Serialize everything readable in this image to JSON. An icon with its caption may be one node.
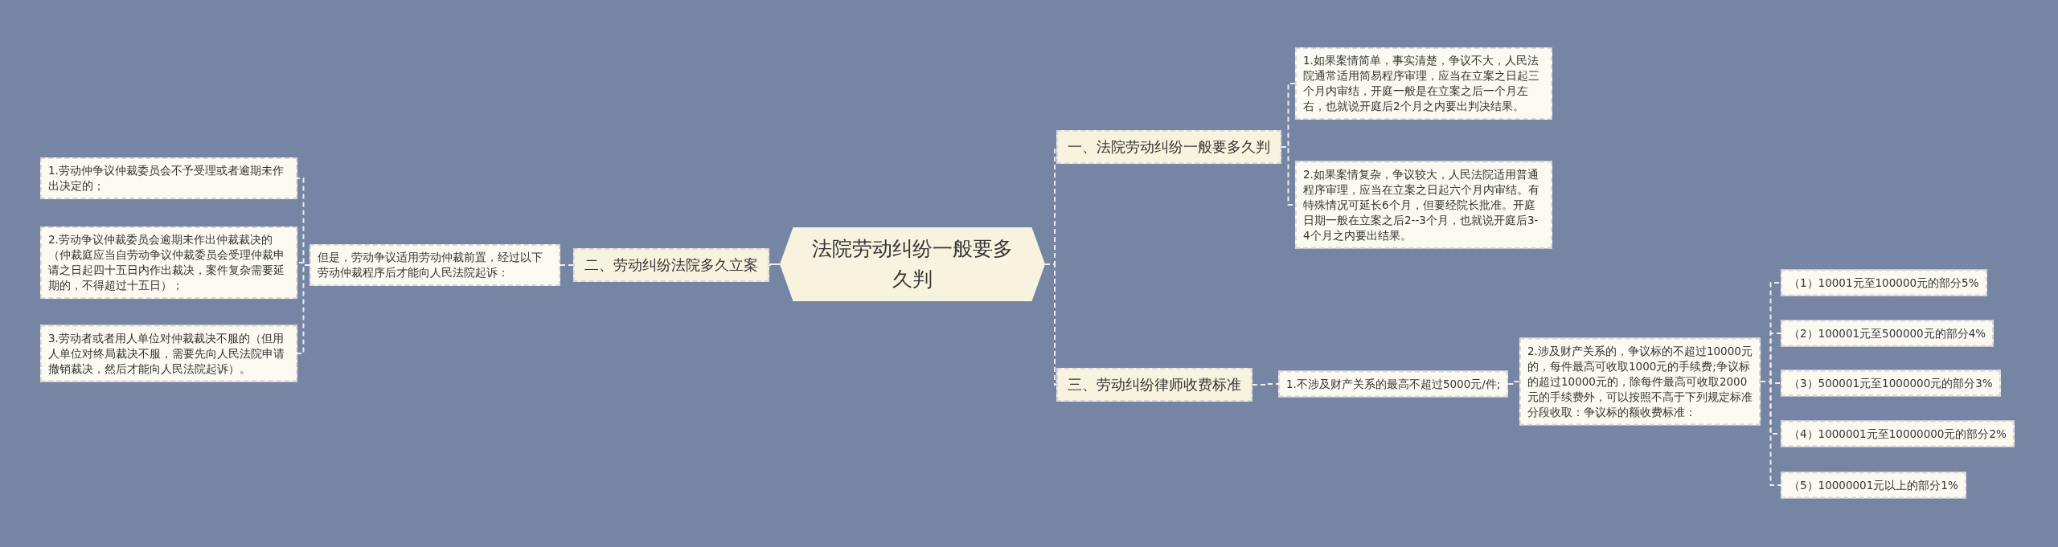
{
  "diagram": {
    "nodes": [
      {
        "text": [
          "法院劳动纠纷一般要多久判"
        ]
      },
      {
        "text": [
          "二、劳动纠纷法院多久立案"
        ]
      },
      {
        "text": [
          "但是，劳动争议适用劳动仲裁前置，经过以下劳动仲裁程序后才能向人民法院起诉："
        ]
      },
      {
        "text": [
          "1.劳动仲争议仲裁委员会不予受理或者逾期未作出决定的；"
        ]
      },
      {
        "text": [
          "2.劳动争议仲裁委员会逾期未作出仲裁裁决的（仲裁庭应当自劳动争议仲裁委员会受理仲裁申请之日起四十五日内作出裁决，案件复杂需要延期的，不得超过十五日）；"
        ]
      },
      {
        "text": [
          "3.劳动者或者用人单位对仲裁裁决不服的（但用人单位对终局裁决不服，需要先向人民法院申请撤销裁决，然后才能向人民法院起诉）。"
        ]
      },
      {
        "text": [
          "一、法院劳动纠纷一般要多久判"
        ]
      },
      {
        "text": [
          "1.如果案情简单，事实清楚，争议不大，人民法院通常适用简易程序审理，应当在立案之日起三个月内审结，开庭一般是在立案之后一个月左右，也就说开庭后2个月之内要出判决结果。"
        ]
      },
      {
        "text": [
          "2.如果案情复杂，争议较大，人民法院适用普通程序审理，应当在立案之日起六个月内审结。有特殊情况可延长6个月，但要经院长批准。开庭日期一般在立案之后2--3个月，也就说开庭后3-4个月之内要出结果。"
        ]
      },
      {
        "text": [
          "三、劳动纠纷律师收费标准"
        ]
      },
      {
        "text": [
          "1.不涉及财产关系的最高不超过5000元/件;"
        ]
      },
      {
        "text": [
          "2.涉及财产关系的，争议标的不超过10000元的，每件最高可收取1000元的手续费;争议标的超过10000元的，除每件最高可收取2000元的手续费外，可以按照不高于下列规定标准分段收取：争议标的额收费标准："
        ]
      },
      {
        "text": [
          "（1）10001元至100000元的部分5%"
        ]
      },
      {
        "text": [
          "（2）100001元至500000元的部分4%"
        ]
      },
      {
        "text": [
          "（3）500001元至1000000元的部分3%"
        ]
      },
      {
        "text": [
          "（4）1000001元至10000000元的部分2%"
        ]
      },
      {
        "text": [
          "（5）10000001元以上的部分1%"
        ]
      }
    ],
    "edges": [
      {
        "from": 0,
        "to": 1,
        "arrow": "none"
      },
      {
        "from": 1,
        "to": 2,
        "arrow": "none",
        "style": "dashed"
      },
      {
        "from": 2,
        "to": 3,
        "arrow": "none",
        "style": "dashed"
      },
      {
        "from": 2,
        "to": 4,
        "arrow": "none",
        "style": "dashed"
      },
      {
        "from": 2,
        "to": 5,
        "arrow": "none",
        "style": "dashed"
      },
      {
        "from": 0,
        "to": 6,
        "arrow": "none",
        "style": "dashed"
      },
      {
        "from": 6,
        "to": 7,
        "arrow": "none",
        "style": "dashed"
      },
      {
        "from": 6,
        "to": 8,
        "arrow": "none",
        "style": "dashed"
      },
      {
        "from": 0,
        "to": 9,
        "arrow": "none",
        "style": "dashed"
      },
      {
        "from": 9,
        "to": 10,
        "arrow": "none",
        "style": "dashed"
      },
      {
        "from": 10,
        "to": 11,
        "arrow": "none",
        "style": "dashed"
      },
      {
        "from": 11,
        "to": 12,
        "arrow": "none",
        "style": "dashed"
      },
      {
        "from": 11,
        "to": 13,
        "arrow": "none",
        "style": "dashed"
      },
      {
        "from": 11,
        "to": 14,
        "arrow": "none",
        "style": "dashed"
      },
      {
        "from": 11,
        "to": 15,
        "arrow": "none",
        "style": "dashed"
      },
      {
        "from": 11,
        "to": 16,
        "arrow": "none",
        "style": "dashed"
      }
    ]
  }
}
